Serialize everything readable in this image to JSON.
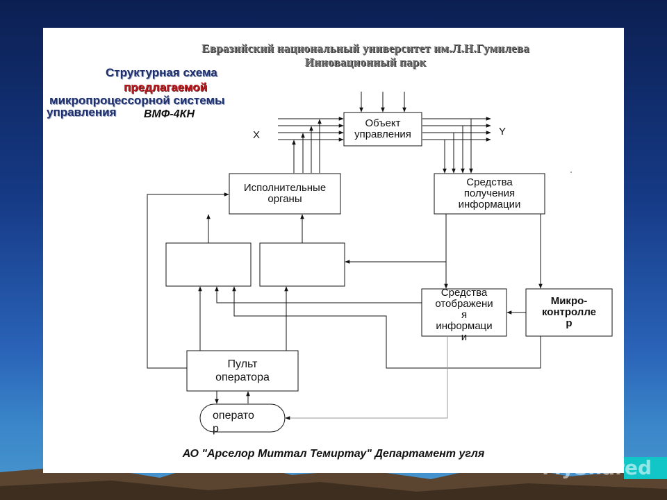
{
  "header": {
    "university": "Евразийский национальный университет им.Л.Н.Гумилева",
    "park": "Инновационный парк"
  },
  "title": {
    "line1": "Структурная схема",
    "line2": "предлагаемой",
    "line3": "микропроцессорной системы",
    "line4": "управления",
    "code": "ВМФ-4КН"
  },
  "diagram": {
    "object": "Объект\nуправления",
    "executors": "Исполнительные\nорганы",
    "info_means": "Средства\nполучения\nинформации",
    "display_means": "Средства\nотображени\nя\nинформаци\nи",
    "microcontroller": "Микро-\nконтролле\nр",
    "console": "Пульт\nоператора",
    "operator": "операто\nр",
    "x_label": "X",
    "y_label": "Y"
  },
  "footer": "АО \"Арселор Миттал Темиртау\" Департамент угля",
  "watermark": "MyShared",
  "colors": {
    "title_blue": "#1d2f6d",
    "title_red": "#c0171d",
    "wm_tab": "#12c6c8"
  }
}
